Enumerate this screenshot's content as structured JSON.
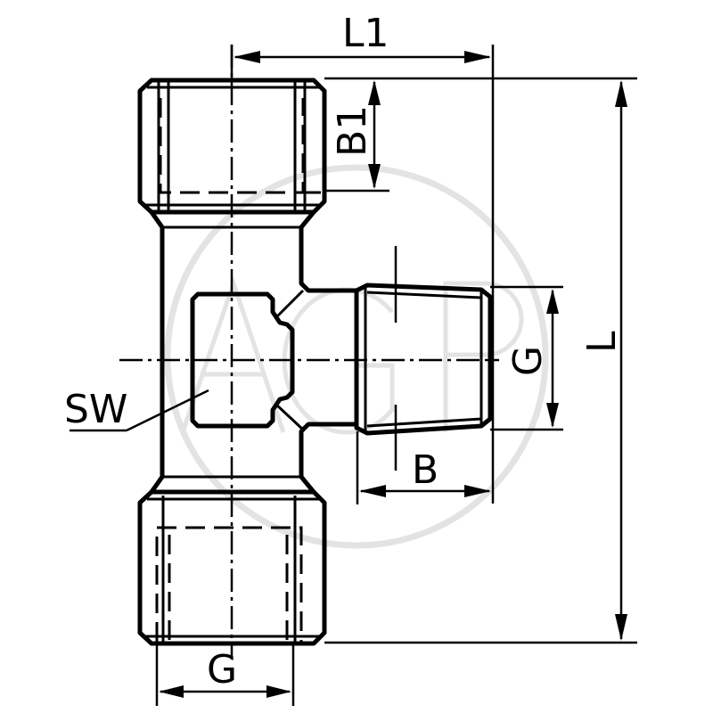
{
  "drawing": {
    "subject": "T-fitting with male tapered branch thread",
    "watermark": "AGP",
    "colors": {
      "line": "#000000",
      "background": "#ffffff",
      "watermark": "#e3e3e3"
    }
  },
  "dimensions": {
    "L1": "L1",
    "B1": "B1",
    "L": "L",
    "G_branch": "G",
    "B": "B",
    "SW": "SW",
    "G_bottom": "G"
  }
}
